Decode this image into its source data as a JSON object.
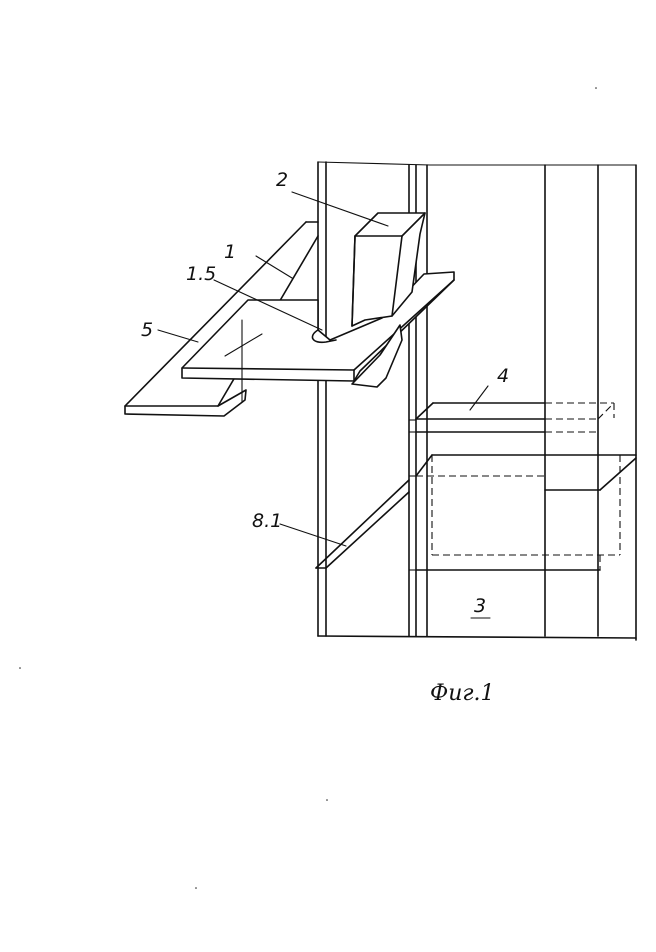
{
  "labels": {
    "part_1": "1",
    "part_2": "2",
    "part_3": "3",
    "part_4": "4",
    "part_5": "5",
    "part_1_5": "1.5",
    "part_8_1": "8.1"
  },
  "caption": "Фиг.1"
}
